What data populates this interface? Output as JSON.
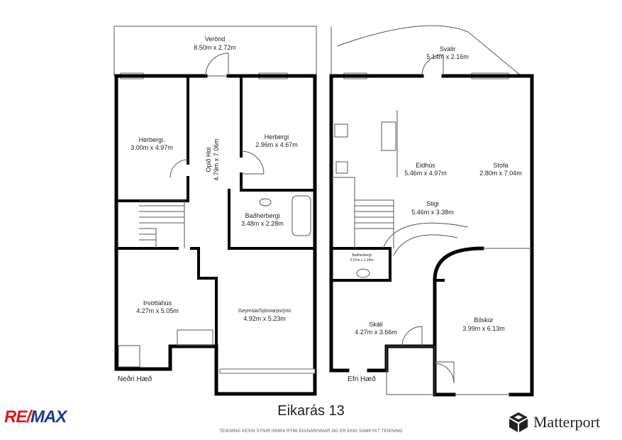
{
  "title": "Eikarás 13",
  "disclaimer": "TEIKNING ÞESSI SÝNIR INNRA RÝMI EIGNARINNAR OG ER EKKI SAMÞYKT TEIKNING",
  "logos": {
    "left": "RE/MAX",
    "right": "Matterport",
    "remax_colors": [
      "#e0191f",
      "#1a3c8c"
    ]
  },
  "floors": [
    {
      "name": "Neðri Hæð",
      "rooms": [
        {
          "name": "Verönd",
          "size": "8.50m x 2.72m"
        },
        {
          "name": "Herbergi.",
          "size": "3.00m x 4.97m"
        },
        {
          "name": "Opið Hol",
          "size": "4.79m x 7.06m"
        },
        {
          "name": "Herbergi",
          "size": "2.96m x 4.67m"
        },
        {
          "name": "Baðherbergi",
          "size": "3.48m x 2.28m"
        },
        {
          "name": "Þvottahús",
          "size": "4.27m x 5.05m"
        },
        {
          "name": "Geymsla/Sjónvarpsrými",
          "size": "4.92m x 5.23m"
        }
      ]
    },
    {
      "name": "Efri Hæð",
      "rooms": [
        {
          "name": "Svalir",
          "size": "5.14m x 2.16m"
        },
        {
          "name": "Eldhús",
          "size": "5.46m x 4.97m"
        },
        {
          "name": "Stofa",
          "size": "2.80m x 7.04m"
        },
        {
          "name": "Stigi",
          "size": "5.46m x 3.38m"
        },
        {
          "name": "Baðherbergi",
          "size": "2.07m x 1.29m"
        },
        {
          "name": "Skáli",
          "size": "4.27m x 3.66m"
        },
        {
          "name": "Bílskúr",
          "size": "3.99m x 6.13m"
        }
      ]
    }
  ]
}
